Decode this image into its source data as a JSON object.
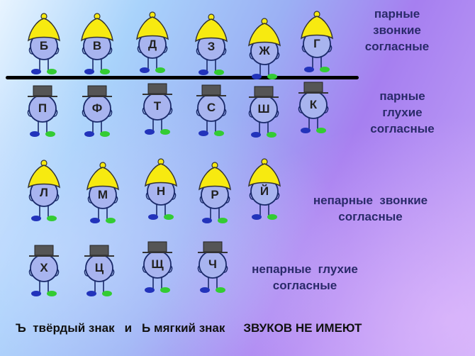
{
  "rows": [
    {
      "hat": "cap",
      "letters": [
        "Б",
        "В",
        "Д",
        "З",
        "Ж",
        "Г"
      ],
      "label": [
        "парные",
        "звонкие",
        "согласные"
      ]
    },
    {
      "hat": "tophat",
      "letters": [
        "П",
        "Ф",
        "Т",
        "С",
        "Ш",
        "К"
      ],
      "label": [
        "парные",
        "глухие",
        "согласные"
      ]
    },
    {
      "hat": "cap",
      "letters": [
        "Л",
        "М",
        "Н",
        "Р",
        "Й"
      ],
      "label": [
        "непарные  звонкие",
        "согласные"
      ]
    },
    {
      "hat": "tophat",
      "letters": [
        "Х",
        "Ц",
        "Щ",
        "Ч"
      ],
      "label": [
        "непарные  глухие",
        "согласные"
      ]
    }
  ],
  "footer": {
    "hard_sign": "Ъ  твёрдый знак",
    "and": "и",
    "soft_sign": "Ь мягкий знак",
    "note": "ЗВУКОВ НЕ ИМЕЮТ"
  },
  "colors": {
    "cap": "#f7ea10",
    "tophat": "#555555",
    "head": "#a8b4ef",
    "left_foot": "#2233bb",
    "right_foot": "#33cc33"
  }
}
